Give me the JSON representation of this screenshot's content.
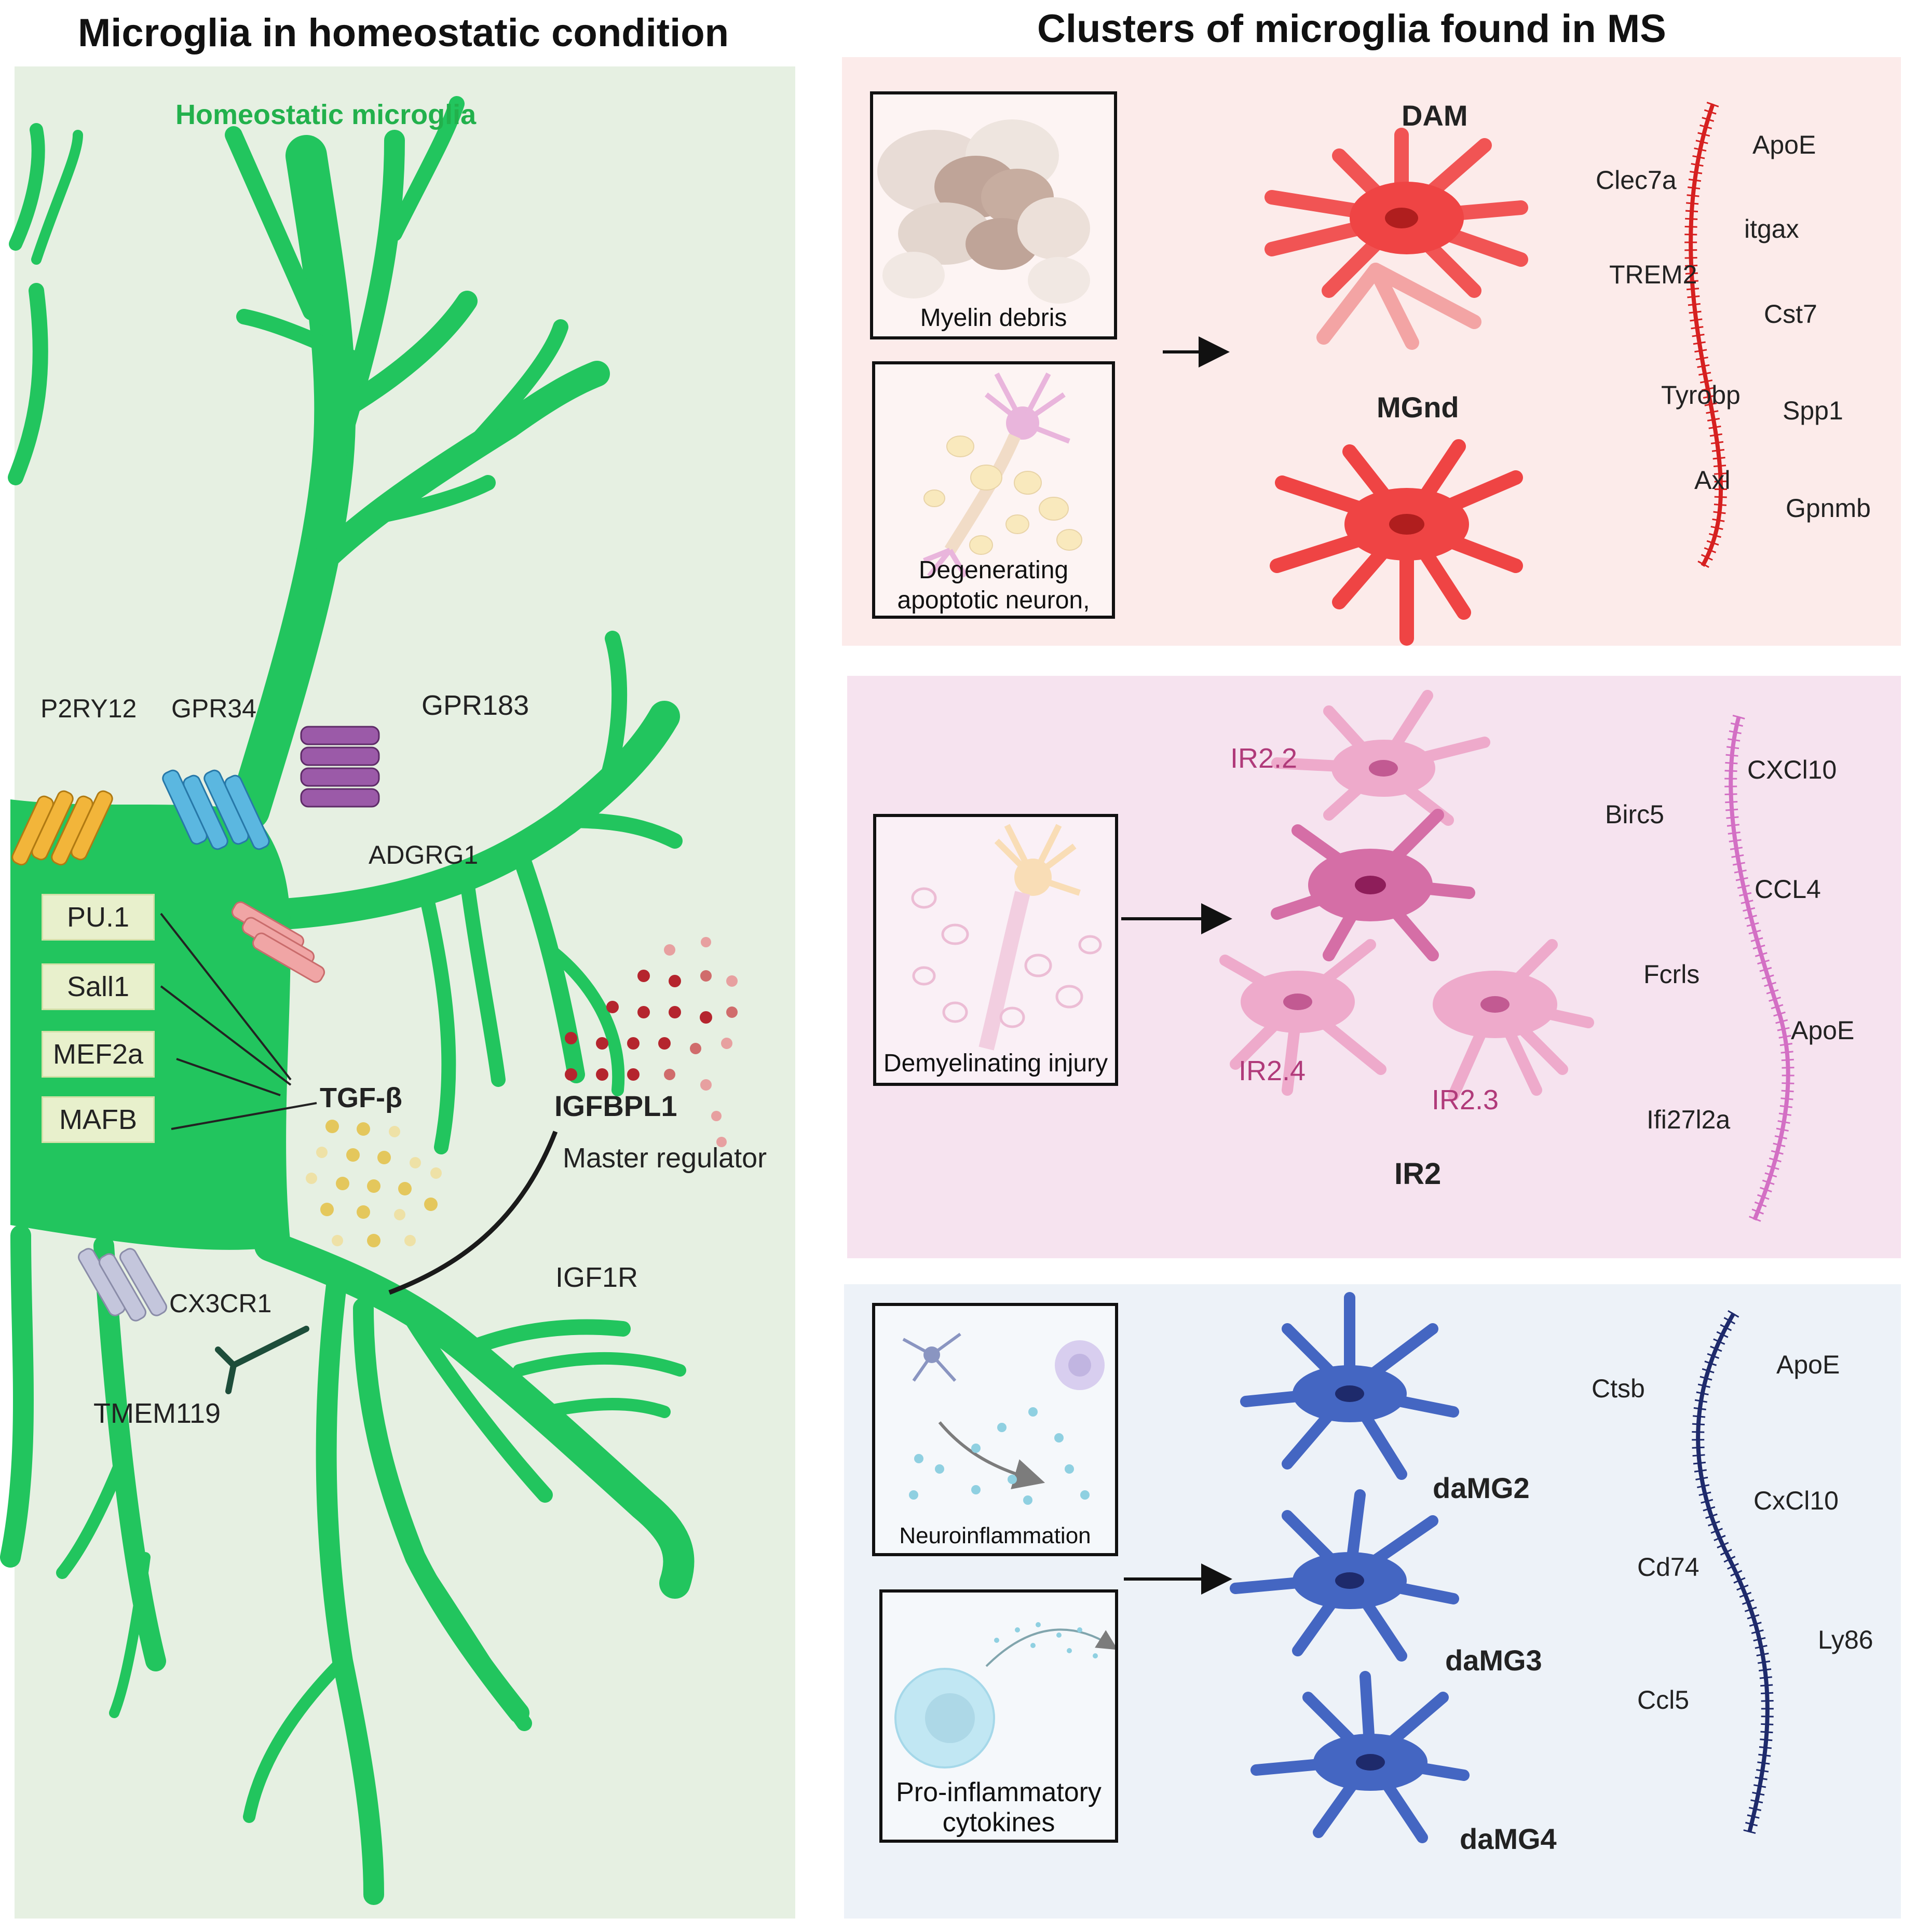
{
  "left_panel": {
    "heading": "Microglia in homeostatic condition",
    "subtitle": "Homeostatic microglia",
    "receptors": {
      "p2ry12": "P2RY12",
      "gpr34": "GPR34",
      "gpr183": "GPR183",
      "adgrg1": "ADGRG1",
      "cx3cr1": "CX3CR1",
      "tmem119": "TMEM119",
      "igf1r": "IGF1R"
    },
    "transcription_factors": [
      "PU.1",
      "Sall1",
      "MEF2a",
      "MAFB"
    ],
    "tgf_beta": "TGF-β",
    "igfbpl1": "IGFBPL1",
    "master_regulator": "Master regulator",
    "colors": {
      "panel_bg": "#e6f0e2",
      "cell": "#22c55e",
      "subtitle": "#22b14c"
    }
  },
  "right_panel": {
    "heading": "Clusters of microglia found in MS",
    "cluster1": {
      "box1_caption": "Myelin debris",
      "box2_caption": "Degenerating apoptotic neuron,",
      "cell_a": "DAM",
      "cell_b": "MGnd",
      "genes_left": [
        "Clec7a",
        "TREM2",
        "Tyrobp",
        "Axl"
      ],
      "genes_right": [
        "ApoE",
        "itgax",
        "Cst7",
        "Spp1",
        "Gpnmb"
      ],
      "colors": {
        "bg": "#fcebea",
        "cell": "#ef4444",
        "dna": "#d62020"
      }
    },
    "cluster2": {
      "box_caption": "Demyelinating injury",
      "cells": [
        "IR2.2",
        "IR2.4",
        "IR2.3"
      ],
      "label": "IR2",
      "genes_left": [
        "Birc5",
        "Fcrls",
        "Ifi27l2a"
      ],
      "genes_right": [
        "CXCl10",
        "CCL4",
        "ApoE"
      ],
      "colors": {
        "bg": "#f6e3ef",
        "cell": "#e27fb0",
        "label": "#b03a7a",
        "dna": "#d36fc4"
      }
    },
    "cluster3": {
      "box1_caption": "Neuroinflammation",
      "box2_caption": "Pro-inflammatory cytokines",
      "cells": [
        "daMG2",
        "daMG3",
        "daMG4"
      ],
      "genes_left": [
        "Ctsb",
        "Cd74",
        "Ccl5"
      ],
      "genes_right": [
        "ApoE",
        "CxCl10",
        "Ly86"
      ],
      "colors": {
        "bg": "#edf2f8",
        "cell": "#4466c2",
        "dna": "#1e2a6b"
      }
    }
  }
}
